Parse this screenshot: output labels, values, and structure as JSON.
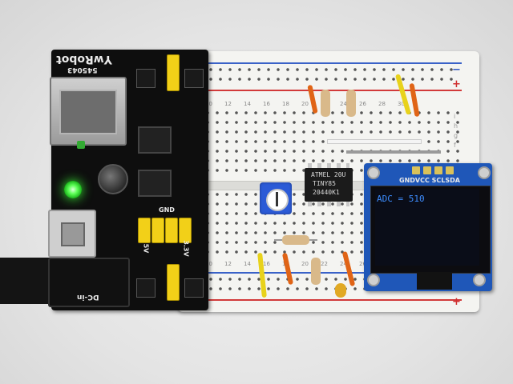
{
  "power_module": {
    "brand": "YwRobot",
    "model": "545043",
    "dc_label": "DC-in",
    "label_gnd": "GND",
    "label_5v": "5V",
    "label_33v": "3.3V"
  },
  "breadboard": {
    "col_numbers": [
      "10",
      "12",
      "14",
      "16",
      "18",
      "20",
      "22",
      "24",
      "26",
      "28",
      "30"
    ],
    "row_letters": [
      "f",
      "g",
      "h",
      "i"
    ],
    "minus": "−",
    "plus": "+"
  },
  "chip": {
    "brand": "ATMEL 20U",
    "part": "TINY85",
    "code": "20440K1"
  },
  "oled": {
    "pin_labels": "GNDVCC SCLSDA",
    "display_text": "ADC = 510"
  },
  "colors": {
    "led": "#5dff57",
    "oled_text": "#3d8dff",
    "oled_pcb": "#1f57b8",
    "pot": "#2b5ad6"
  }
}
